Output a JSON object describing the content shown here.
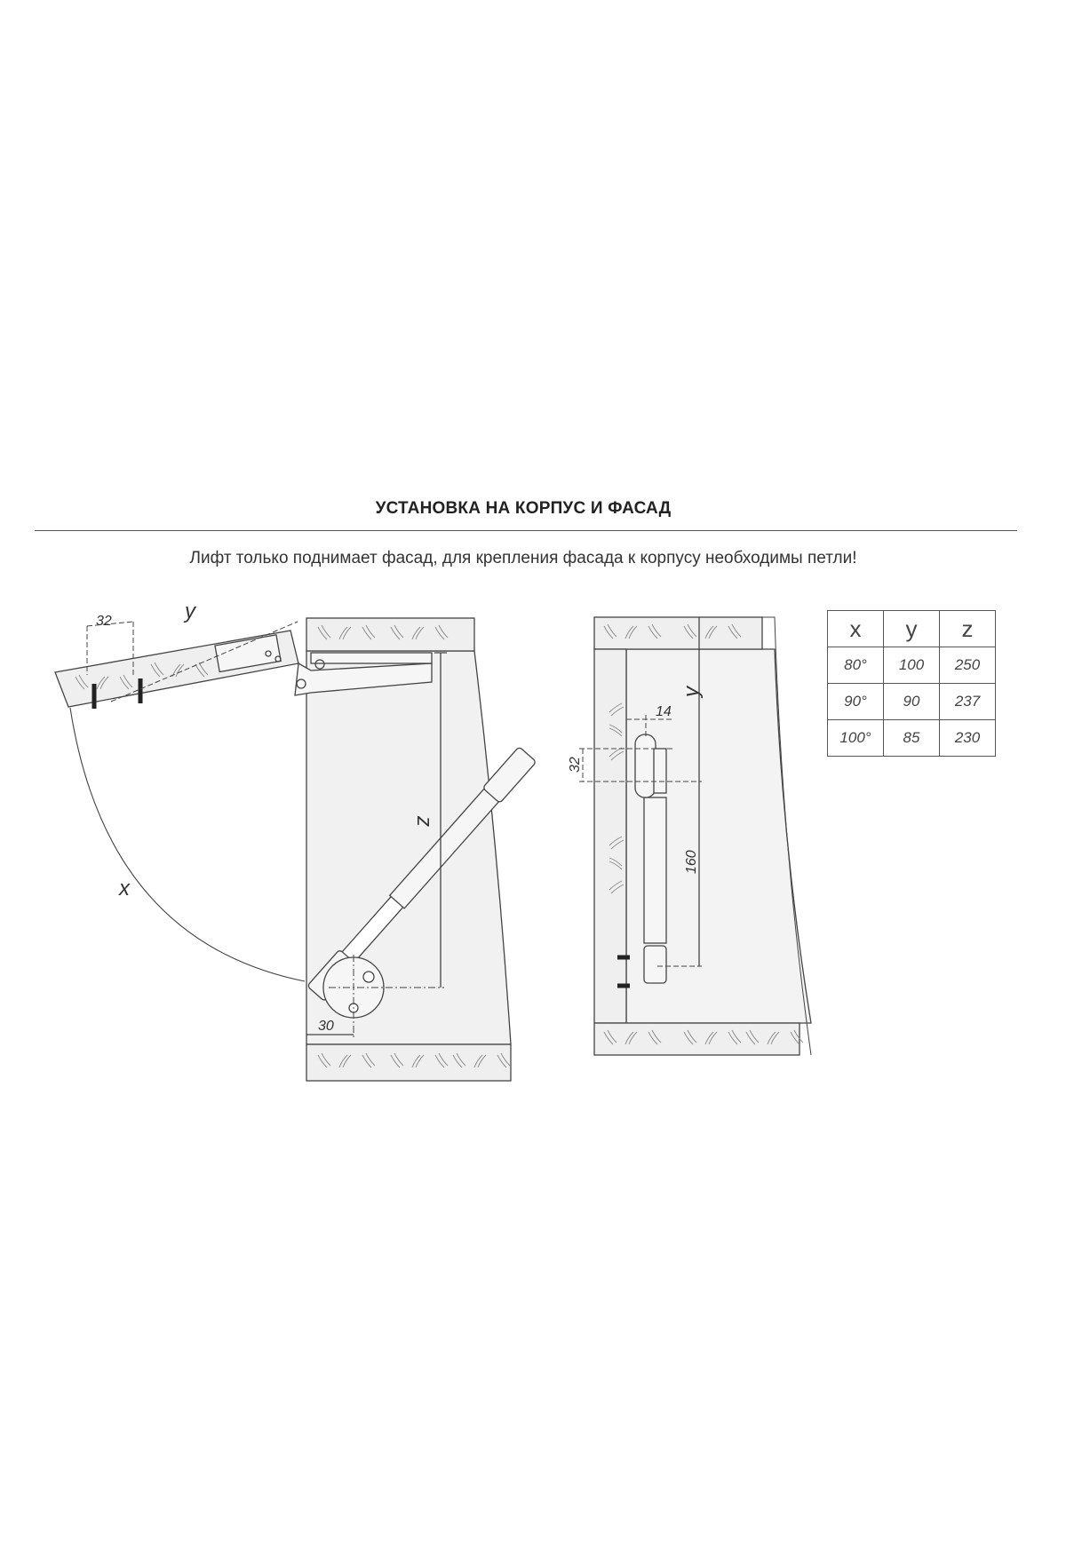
{
  "header": {
    "title": "УСТАНОВКА НА КОРПУС И ФАСАД",
    "subtitle": "Лифт только поднимает фасад, для крепления фасада к корпусу необходимы петли!"
  },
  "diagram_left": {
    "dim_32": "32",
    "dim_y": "y",
    "dim_z": "z",
    "dim_x": "x",
    "dim_30": "30"
  },
  "diagram_right": {
    "dim_y": "y",
    "dim_14": "14",
    "dim_32": "32",
    "dim_160": "160"
  },
  "table": {
    "headers": [
      "x",
      "y",
      "z"
    ],
    "rows": [
      [
        "80°",
        "100",
        "250"
      ],
      [
        "90°",
        "90",
        "237"
      ],
      [
        "100°",
        "85",
        "230"
      ]
    ]
  }
}
